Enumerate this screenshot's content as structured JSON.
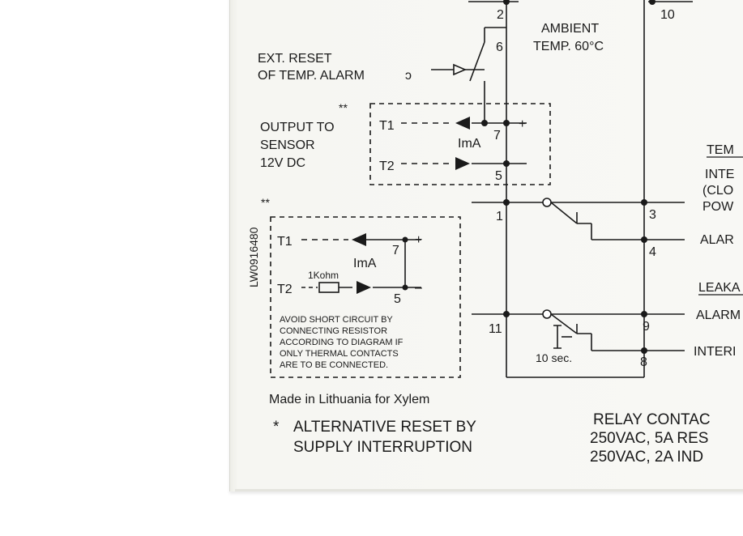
{
  "labels": {
    "ambient_line1": "AMBIENT",
    "ambient_line2": "TEMP. 60°C",
    "ext_reset_line1": "EXT. RESET",
    "ext_reset_line2": "OF TEMP. ALARM",
    "output_line1": "OUTPUT TO",
    "output_line2": "SENSOR",
    "output_line3": "12V DC",
    "double_star": "**",
    "part_number": "LW0916480",
    "ima": "ImA",
    "resistor_value": "1Kohm",
    "t1": "T1",
    "t2": "T2",
    "plus": "+",
    "minus": "–",
    "note_line1": "AVOID SHORT CIRCUIT BY",
    "note_line2": "CONNECTING RESISTOR",
    "note_line3": "ACCORDING TO DIAGRAM IF",
    "note_line4": "ONLY THERMAL CONTACTS",
    "note_line5": "ARE TO BE CONNECTED.",
    "timer": "10 sec.",
    "made_in": "Made in Lithuania for Xylem",
    "star": "*",
    "alt_reset_line1": "ALTERNATIVE RESET BY",
    "alt_reset_line2": "SUPPLY INTERRUPTION",
    "relay_line1": "RELAY CONTAC",
    "relay_line2": "250VAC, 5A RES",
    "relay_line3": "250VAC, 2A IND",
    "temp_header": "TEM",
    "inte": "INTE",
    "clo": "(CLO",
    "pow": "POW",
    "alar": "ALAR",
    "leaka": "LEAKA",
    "alarm2": "ALARM",
    "interi": "INTERI"
  },
  "terminals": {
    "t1": "1",
    "t2": "2",
    "t3": "3",
    "t4": "4",
    "t5": "5",
    "t6": "6",
    "t7": "7",
    "t8": "8",
    "t9": "9",
    "t10": "10",
    "t11": "11"
  },
  "colors": {
    "ink": "#1a1a1a",
    "panel": "#f8f8f5",
    "background": "#ffffff"
  }
}
